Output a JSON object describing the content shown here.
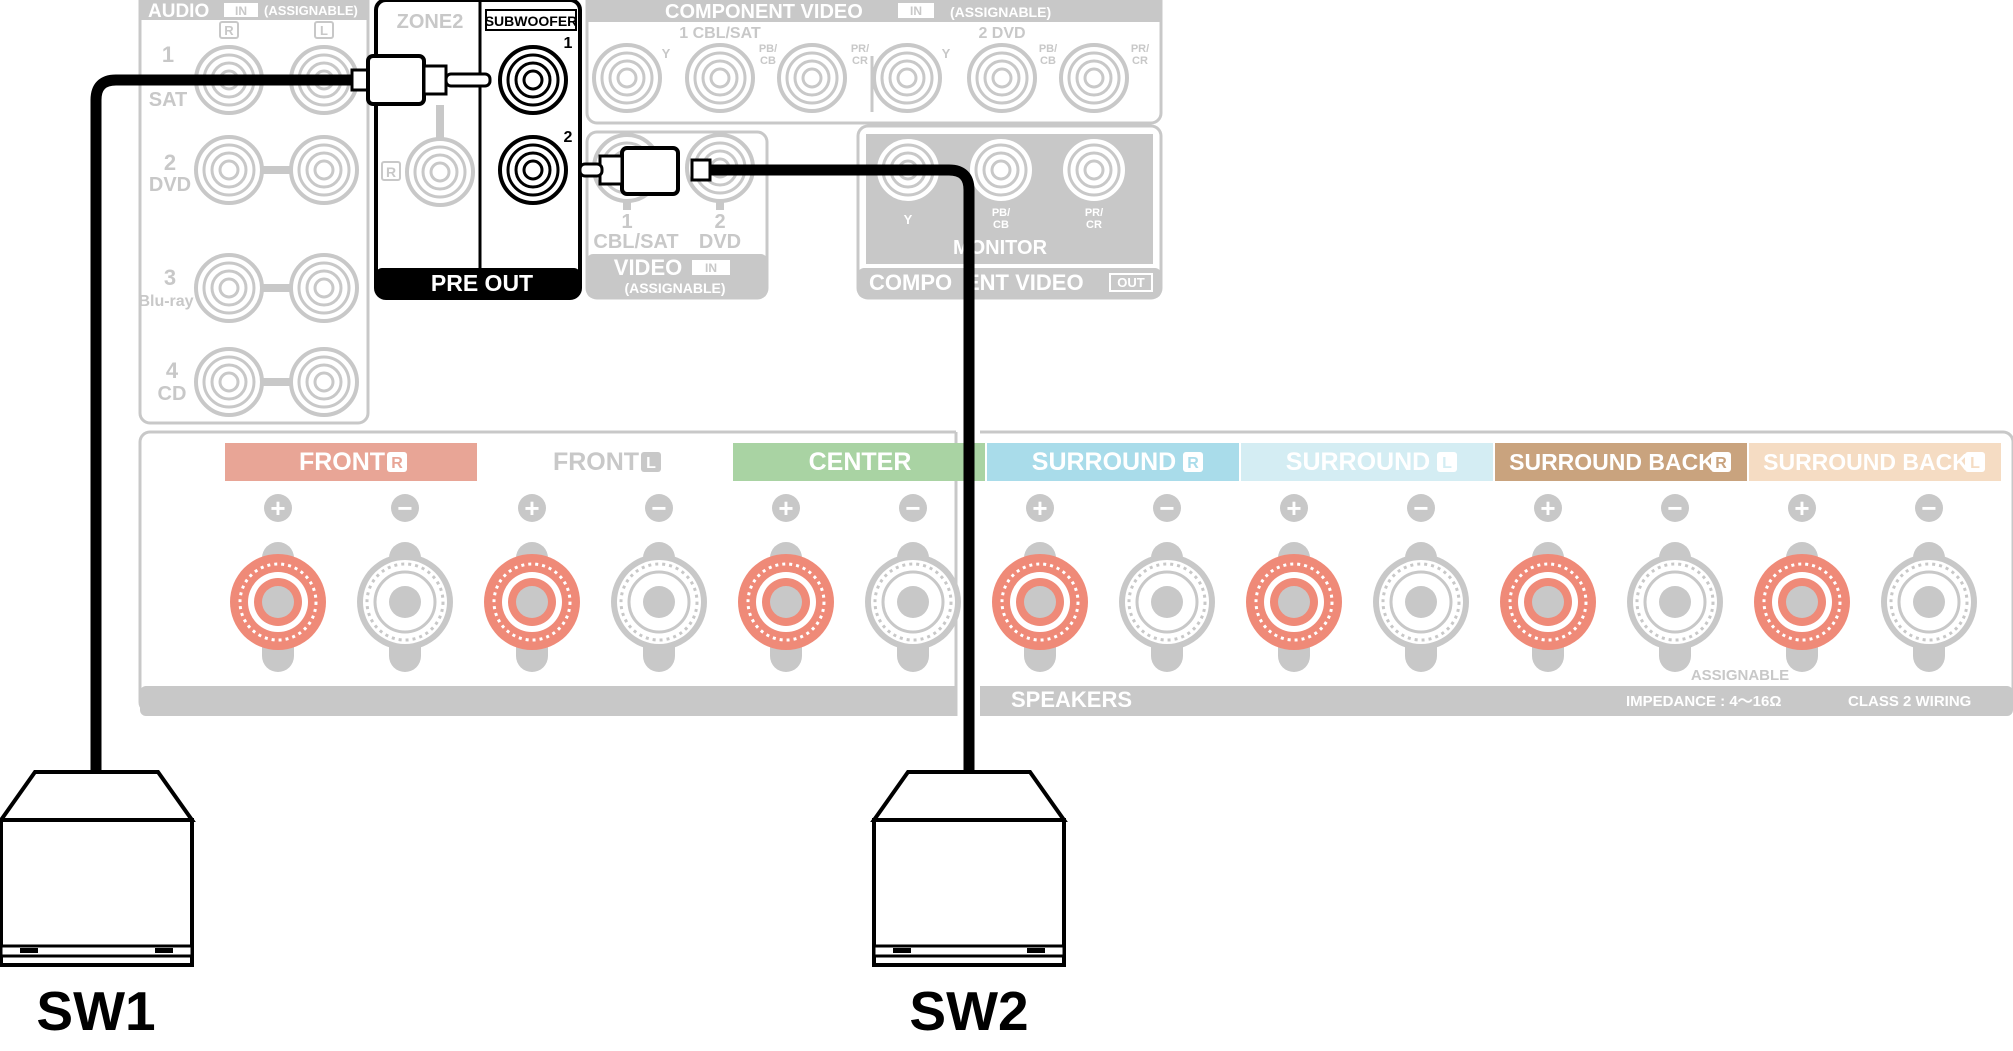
{
  "audio_panel": {
    "title": "AUDIO",
    "in_badge": "IN",
    "assignable": "(ASSIGNABLE)",
    "col_r": "R",
    "col_l": "L",
    "rows": [
      {
        "num": "1",
        "label": "SAT"
      },
      {
        "num": "2",
        "label": "DVD"
      },
      {
        "num": "3",
        "label": "Blu-ray"
      },
      {
        "num": "4",
        "label": "CD"
      }
    ]
  },
  "preout_panel": {
    "zone2": "ZONE2",
    "zone2_r": "R",
    "subwoofer": "SUBWOOFER",
    "sub_1": "1",
    "sub_2": "2",
    "title": "PRE OUT"
  },
  "component_in_panel": {
    "title": "COMPONENT VIDEO",
    "in_badge": "IN",
    "assignable": "(ASSIGNABLE)",
    "group1": "1 CBL/SAT",
    "group2": "2 DVD",
    "y": "Y",
    "pb": "PB/",
    "cb": "CB",
    "pr": "PR/",
    "cr": "CR"
  },
  "video_panel": {
    "num1": "1",
    "num2": "2",
    "label1": "CBL/SAT",
    "label2": "DVD",
    "title": "VIDEO",
    "in_badge": "IN",
    "assignable": "(ASSIGNABLE)"
  },
  "component_out_panel": {
    "y": "Y",
    "pb": "PB/",
    "cb": "CB",
    "pr": "PR/",
    "cr": "CR",
    "monitor": "MONITOR",
    "title_left": "COMPO",
    "title_right": "ENT VIDEO",
    "out_badge": "OUT"
  },
  "speakers_panel": {
    "channels": [
      {
        "label": "FRONT",
        "side": "R",
        "color": "#e8a596"
      },
      {
        "label": "FRONT",
        "side": "L",
        "color": "#ffffff"
      },
      {
        "label": "CENTER",
        "side": "",
        "color": "#a9d3a3"
      },
      {
        "label": "SURROUND",
        "side": "R",
        "color": "#a9dcea"
      },
      {
        "label": "SURROUND",
        "side": "L",
        "color": "#d4edf3"
      },
      {
        "label": "SURROUND BACK",
        "side": "R",
        "color": "#c9a37e"
      },
      {
        "label": "SURROUND BACK",
        "side": "L",
        "color": "#f5dcc3"
      }
    ],
    "plus": "+",
    "minus": "−",
    "title": "SPEAKERS",
    "assignable": "ASSIGNABLE",
    "impedance": "IMPEDANCE : 4～16Ω",
    "class2": "CLASS 2 WIRING"
  },
  "subwoofers": [
    {
      "label": "SW1"
    },
    {
      "label": "SW2"
    }
  ],
  "colors": {
    "panel_gray": "#c8c8c8",
    "panel_text": "#c8c8c8",
    "preout_black": "#000000",
    "red_terminal": "#ef8a78"
  }
}
